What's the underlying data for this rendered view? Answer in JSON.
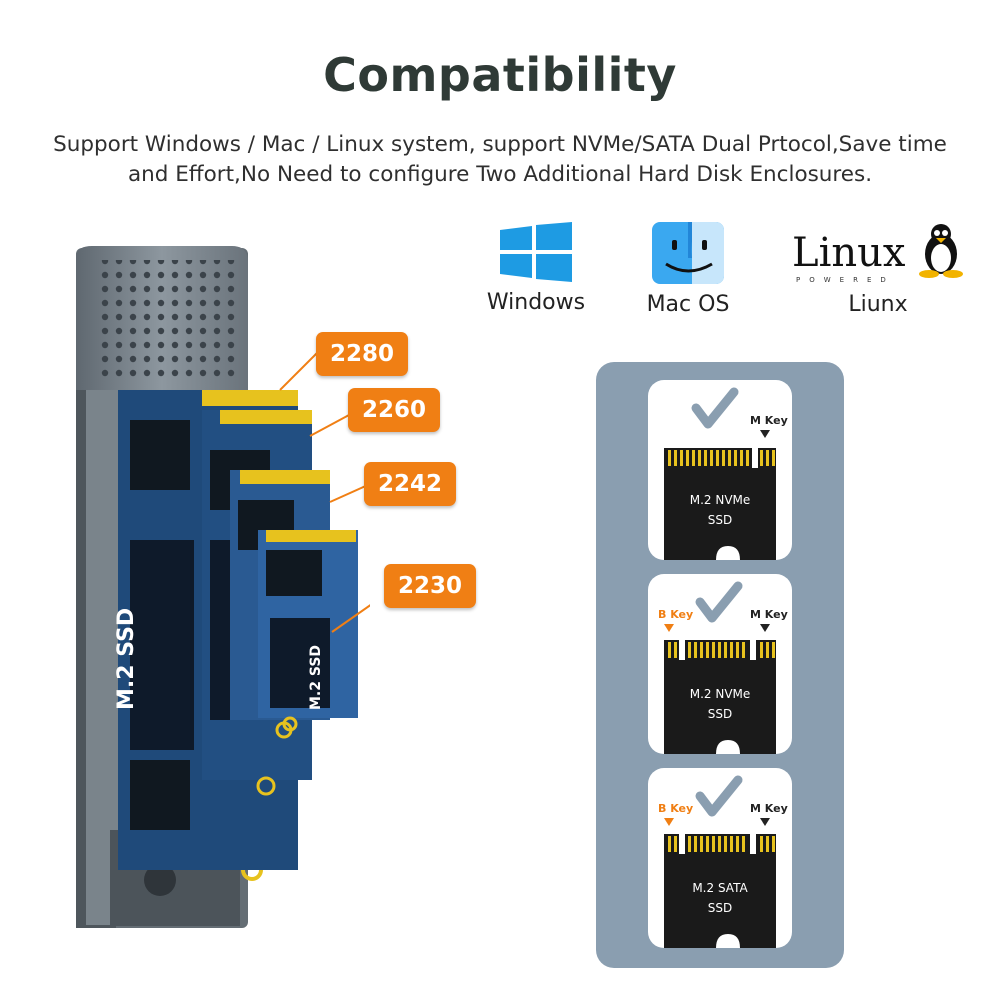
{
  "title": "Compatibility",
  "subtitle": "Support Windows / Mac / Linux system, support NVMe/SATA Dual Prtocol,Save time and Effort,No Need to configure Two Additional Hard Disk Enclosures.",
  "os": [
    {
      "label": "Windows",
      "icon": "windows-logo-icon"
    },
    {
      "label": "Mac OS",
      "icon": "finder-face-icon"
    },
    {
      "label": "Liunx",
      "icon": "linux-tux-logo-icon",
      "logo_word": "Linux",
      "logo_sub": "POWERED"
    }
  ],
  "ssd_sizes": [
    "2280",
    "2260",
    "2242",
    "2230"
  ],
  "ssd_label": "M.2 SSD",
  "key_cards": [
    {
      "b_key": "",
      "m_key": "M Key",
      "line1": "M.2 NVMe",
      "line2": "SSD"
    },
    {
      "b_key": "B Key",
      "m_key": "M Key",
      "line1": "M.2 NVMe",
      "line2": "SSD"
    },
    {
      "b_key": "B Key",
      "m_key": "M Key",
      "line1": "M.2 SATA",
      "line2": "SSD"
    }
  ],
  "colors": {
    "accent": "#f07f14",
    "panel": "#8a9eb0",
    "pcb": "#1f4a7a",
    "gold": "#e7c21e"
  }
}
